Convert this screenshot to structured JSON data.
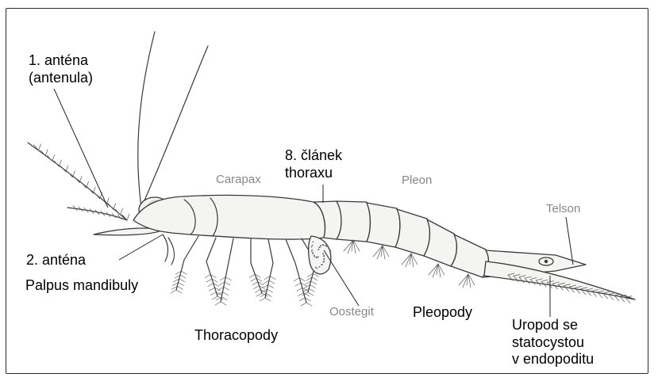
{
  "labels": {
    "antena1": "1. anténa\n(antenula)",
    "antena2": "2. anténa",
    "palpus": "Palpus mandibuly",
    "carapax": "Carapax",
    "clanek": "8. článek\nthoraxu",
    "pleon": "Pleon",
    "telson": "Telson",
    "thoracopody": "Thoracopody",
    "oostegit": "Oostegit",
    "pleopody": "Pleopody",
    "uropod": "Uropod se\nstatocystou\nv endopoditu"
  },
  "colors": {
    "label_dark": "#000000",
    "label_grey": "#888888",
    "frame": "#2a2a2a",
    "ink": "#3a3a3a"
  }
}
